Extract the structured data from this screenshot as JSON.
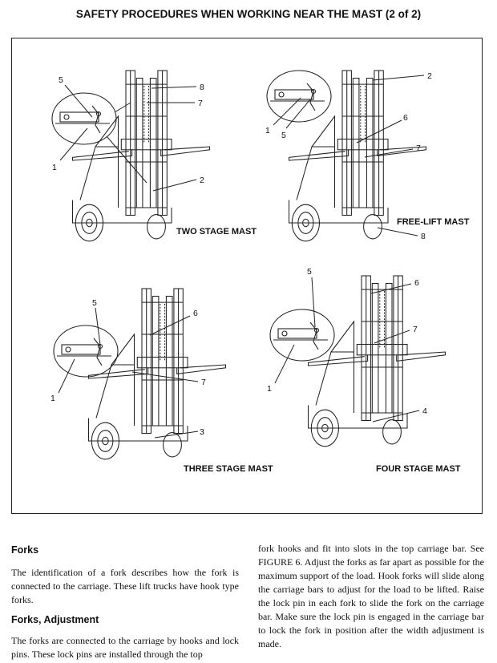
{
  "page": {
    "title": "SAFETY PROCEDURES WHEN WORKING NEAR THE MAST (2 of 2)"
  },
  "figure": {
    "panels": [
      {
        "caption": "TWO STAGE MAST",
        "callouts": [
          "5",
          "8",
          "7",
          "1",
          "2"
        ]
      },
      {
        "caption": "FREE-LIFT MAST",
        "callouts": [
          "2",
          "1",
          "5",
          "6",
          "7",
          "8"
        ]
      },
      {
        "caption": "THREE STAGE MAST",
        "callouts": [
          "5",
          "6",
          "1",
          "7",
          "3"
        ]
      },
      {
        "caption": "FOUR STAGE MAST",
        "callouts": [
          "5",
          "6",
          "7",
          "1",
          "4"
        ]
      }
    ]
  },
  "text": {
    "forks_heading": "Forks",
    "forks_para": "The identification of a fork describes how the fork is connected to the carriage. These lift trucks have hook type forks.",
    "adjust_heading": "Forks, Adjustment",
    "adjust_para_start": "The forks are connected to the carriage by hooks and lock pins. These lock pins are installed through the top",
    "adjust_para_cont": "fork hooks and fit into slots in the top carriage bar. See FIGURE 6. Adjust the forks as far apart as possible for the maximum support of the load. Hook forks will slide along the carriage bars to adjust for the load to be lifted. Raise the lock pin in each fork to slide the fork on the carriage bar. Make sure the lock pin is engaged in the carriage bar to lock the fork in position after the width adjustment is made."
  }
}
